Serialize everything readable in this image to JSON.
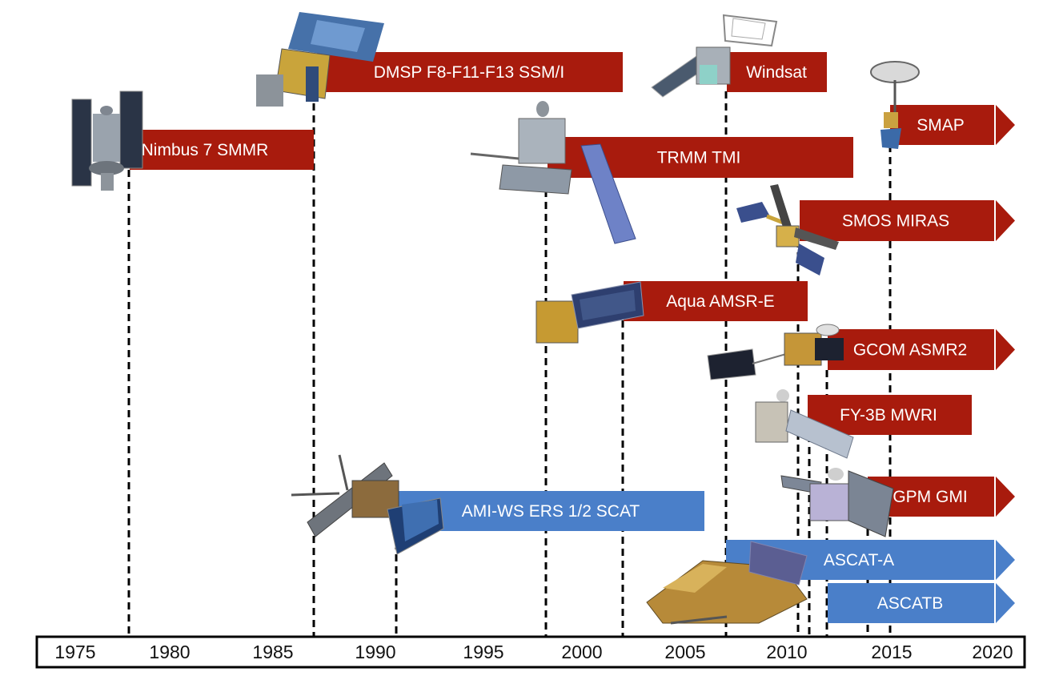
{
  "colors": {
    "passive": "#a81b0d",
    "active": "#4a7fc9",
    "bar_text": "#ffffff",
    "axis_text": "#111111",
    "guide": "#000000"
  },
  "axis": {
    "years": [
      "1975",
      "1980",
      "1985",
      "1990",
      "1995",
      "2000",
      "2005",
      "2010",
      "2015",
      "2020"
    ]
  },
  "missions": [
    {
      "label": "Nimbus 7 SMMR",
      "sensor": "passive",
      "ongoing": false
    },
    {
      "label": "DMSP F8-F11-F13 SSM/I",
      "sensor": "passive",
      "ongoing": false
    },
    {
      "label": "Windsat",
      "sensor": "passive",
      "ongoing": false
    },
    {
      "label": "SMAP",
      "sensor": "passive",
      "ongoing": true
    },
    {
      "label": "TRMM TMI",
      "sensor": "passive",
      "ongoing": false
    },
    {
      "label": "SMOS MIRAS",
      "sensor": "passive",
      "ongoing": true
    },
    {
      "label": "Aqua AMSR-E",
      "sensor": "passive",
      "ongoing": false
    },
    {
      "label": "GCOM ASMR2",
      "sensor": "passive",
      "ongoing": true
    },
    {
      "label": "FY-3B MWRI",
      "sensor": "passive",
      "ongoing": false
    },
    {
      "label": "GPM GMI",
      "sensor": "passive",
      "ongoing": true
    },
    {
      "label": "AMI-WS ERS 1/2 SCAT",
      "sensor": "active",
      "ongoing": false
    },
    {
      "label": "ASCAT-A",
      "sensor": "active",
      "ongoing": true
    },
    {
      "label": "ASCATB",
      "sensor": "active",
      "ongoing": true
    }
  ],
  "satellite_icons": [
    "nimbus-satellite-icon",
    "dmsp-satellite-icon",
    "windsat-satellite-icon",
    "smap-satellite-icon",
    "trmm-satellite-icon",
    "smos-satellite-icon",
    "aqua-satellite-icon",
    "gcom-satellite-icon",
    "fy3b-satellite-icon",
    "gpm-satellite-icon",
    "ers-satellite-icon",
    "metop-satellite-icon"
  ]
}
